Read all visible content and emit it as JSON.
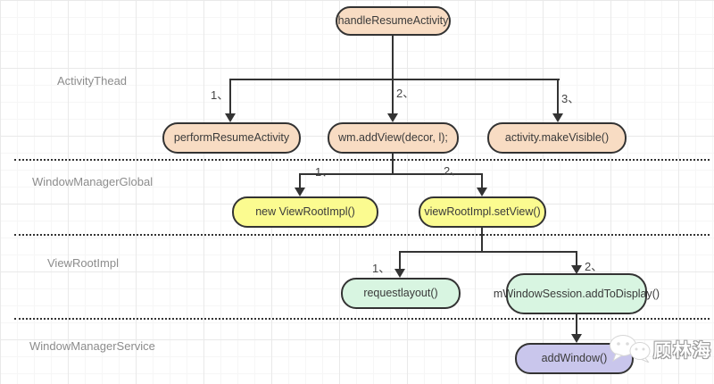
{
  "diagram": {
    "type": "flowchart",
    "layers": [
      {
        "label": "ActivityThead"
      },
      {
        "label": "WindowManagerGlobal"
      },
      {
        "label": "ViewRootImpl"
      },
      {
        "label": "WindowManagerService"
      }
    ],
    "nodes": [
      {
        "id": "handleResumeActivity",
        "label": "handleResumeActivity",
        "fill": "#f8dcc3",
        "layer": "ActivityThead"
      },
      {
        "id": "performResumeActivity",
        "label": "performResumeActivity",
        "fill": "#f8dcc3",
        "layer": "ActivityThead"
      },
      {
        "id": "wm.addView",
        "label": "wm.addView(decor, l);",
        "fill": "#f8dcc3",
        "layer": "ActivityThead"
      },
      {
        "id": "activity.makeVisible",
        "label": "activity.makeVisible()",
        "fill": "#f8dcc3",
        "layer": "ActivityThead"
      },
      {
        "id": "new ViewRootImpl",
        "label": "new ViewRootImpl()",
        "fill": "#fbfb90",
        "layer": "WindowManagerGlobal"
      },
      {
        "id": "viewRootImpl.setView",
        "label": "viewRootImpl.setView()",
        "fill": "#fbfb90",
        "layer": "WindowManagerGlobal"
      },
      {
        "id": "requestlayout",
        "label": "requestlayout()",
        "fill": "#d8f5e1",
        "layer": "ViewRootImpl"
      },
      {
        "id": "mWindowSession.addToDisplay",
        "label": "mWindowSession.addToDisplay()",
        "fill": "#d8f5e1",
        "layer": "ViewRootImpl"
      },
      {
        "id": "addWindow",
        "label": "addWindow()",
        "fill": "#c9c6ec",
        "layer": "WindowManagerService"
      }
    ],
    "edges": [
      {
        "from": "handleResumeActivity",
        "to": "performResumeActivity",
        "label": "1、"
      },
      {
        "from": "handleResumeActivity",
        "to": "wm.addView",
        "label": "2、"
      },
      {
        "from": "handleResumeActivity",
        "to": "activity.makeVisible",
        "label": "3、"
      },
      {
        "from": "wm.addView",
        "to": "new ViewRootImpl",
        "label": "1、"
      },
      {
        "from": "wm.addView",
        "to": "viewRootImpl.setView",
        "label": "2、"
      },
      {
        "from": "viewRootImpl.setView",
        "to": "requestlayout",
        "label": "1、"
      },
      {
        "from": "viewRootImpl.setView",
        "to": "mWindowSession.addToDisplay",
        "label": "2、"
      },
      {
        "from": "mWindowSession.addToDisplay",
        "to": "addWindow",
        "label": ""
      }
    ],
    "colors": {
      "node_border": "#333333",
      "arrow": "#333333",
      "divider": "#333333",
      "peach": "#f8dcc3",
      "yellow": "#fbfb90",
      "green": "#d8f5e1",
      "purple": "#c9c6ec",
      "layer_label": "#8c8c8c",
      "background": "#ffffff",
      "grid_line": "#e9e9e9"
    }
  },
  "watermark": {
    "text": "顾林海",
    "icon": "wechat-logo-icon"
  }
}
